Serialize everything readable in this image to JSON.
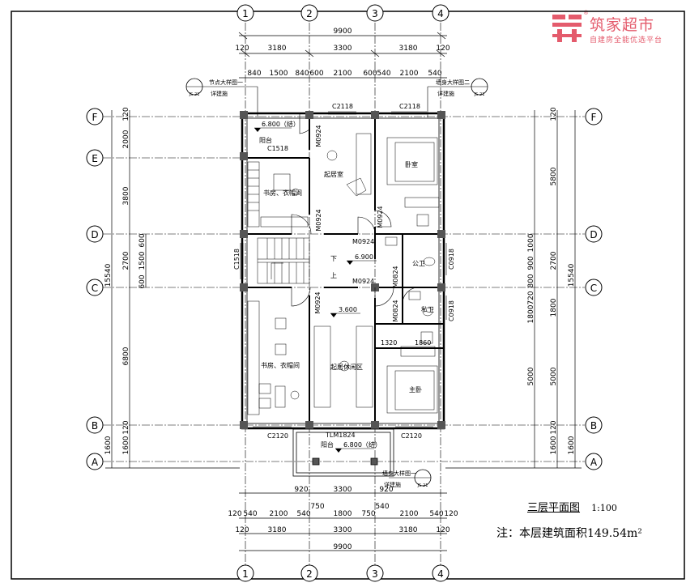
{
  "brand": {
    "name": "筑家超市",
    "subtitle": "自建房全能优选平台",
    "reg": "®",
    "color": "#e45b6c"
  },
  "title": {
    "main": "三层平面图",
    "scale": "1:100"
  },
  "note": {
    "prefix": "注：本层建筑面积",
    "value": "149.54",
    "unit": "m²"
  },
  "axes": {
    "cols": [
      "1",
      "2",
      "3",
      "4"
    ],
    "rows": [
      "F",
      "E",
      "D",
      "C",
      "B",
      "A"
    ]
  },
  "dims": {
    "top_total": "9900",
    "top_row2": [
      "120",
      "3180",
      "3300",
      "3180",
      "120"
    ],
    "top_row3": [
      "840",
      "1500",
      "840",
      "600",
      "2100",
      "600",
      "540",
      "2100",
      "540"
    ],
    "bottom_row1": [
      "120",
      "540",
      "2100",
      "540",
      "750",
      "1800",
      "750",
      "540",
      "2100",
      "540",
      "120"
    ],
    "bottom_row2": [
      "120",
      "3180",
      "3300",
      "3180",
      "120"
    ],
    "bottom_total": "9900",
    "bottom_extra": [
      "920",
      "3300",
      "920"
    ],
    "left_total": "15540",
    "left_parts": [
      "120",
      "2000",
      "3800",
      "2700",
      "6800",
      "120",
      "1600"
    ],
    "left_inner": [
      "600",
      "1500",
      "600"
    ],
    "right_total": "15540",
    "right_parts": [
      "120",
      "5800",
      "2700",
      "1800",
      "5000",
      "120",
      "1600"
    ],
    "right_inner": [
      "1000",
      "900",
      "800",
      "720",
      "1800",
      "5000"
    ]
  },
  "rooms": {
    "balcony_top": "阳台",
    "study_top": "书房、衣帽间",
    "living_top": "起居室",
    "bedroom": "卧室",
    "public_wc": "公卫",
    "private_wc": "私卫",
    "study_bottom": "书房、衣帽间",
    "leisure": "起居休闲区",
    "master": "主卧",
    "balcony_bottom": "阳台",
    "stair_down": "下",
    "stair_up": "上"
  },
  "levels": {
    "balcony_top": "6.800（结）",
    "stair": "6.900",
    "mid": "3.600",
    "balcony_bottom": "6.800（结）"
  },
  "marks": {
    "window_c2118_a": "C2118",
    "window_c2118_b": "C2118",
    "window_c1518_a": "C1518",
    "window_c1518_b": "C1518",
    "door_m0924_a": "M0924",
    "door_m0924_b": "M0924",
    "door_m0924_c": "M0924",
    "door_m0924_d": "M0924",
    "door_m0924_e": "M0924",
    "door_m0824_a": "M0824",
    "door_m0824_b": "M0824",
    "window_c0918_a": "C0918",
    "window_c0918_b": "C0918",
    "window_c2120_a": "C2120",
    "window_c2120_b": "C2120",
    "door_tlm": "TLM1824",
    "dim_1320": "1320",
    "dim_1860": "1860"
  },
  "callouts": {
    "top_left": "节点大样图一",
    "top_left_sub": "详建施",
    "top_right": "墙身大样图二",
    "top_right_sub": "详建施",
    "bottom": "墙身大样图一",
    "bottom_sub": "详建施",
    "ref": "JS-21"
  }
}
